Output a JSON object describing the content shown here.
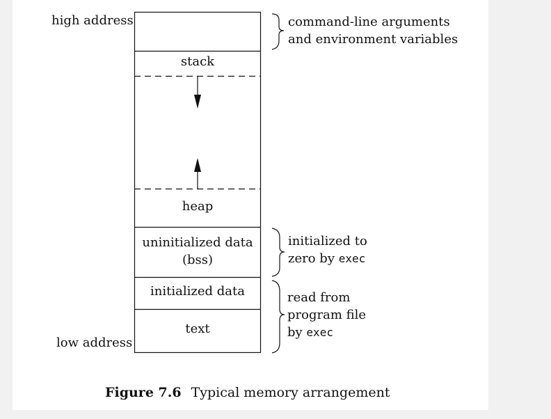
{
  "diagram": {
    "high_address": "high address",
    "low_address": "low address",
    "segments": {
      "stack": "stack",
      "heap": "heap",
      "bss_line1": "uninitialized data",
      "bss_line2": "(bss)",
      "initialized_data": "initialized data",
      "text": "text"
    },
    "notes": {
      "args_line1": "command-line arguments",
      "args_line2": "and environment variables",
      "zero_line1": "initialized to",
      "zero_line2_prefix": "zero by ",
      "zero_line2_code": "exec",
      "read_line1": "read from",
      "read_line2": "program file",
      "read_line3_prefix": "by ",
      "read_line3_code": "exec"
    }
  },
  "caption": {
    "number": "Figure 7.6",
    "title": "Typical memory arrangement"
  }
}
